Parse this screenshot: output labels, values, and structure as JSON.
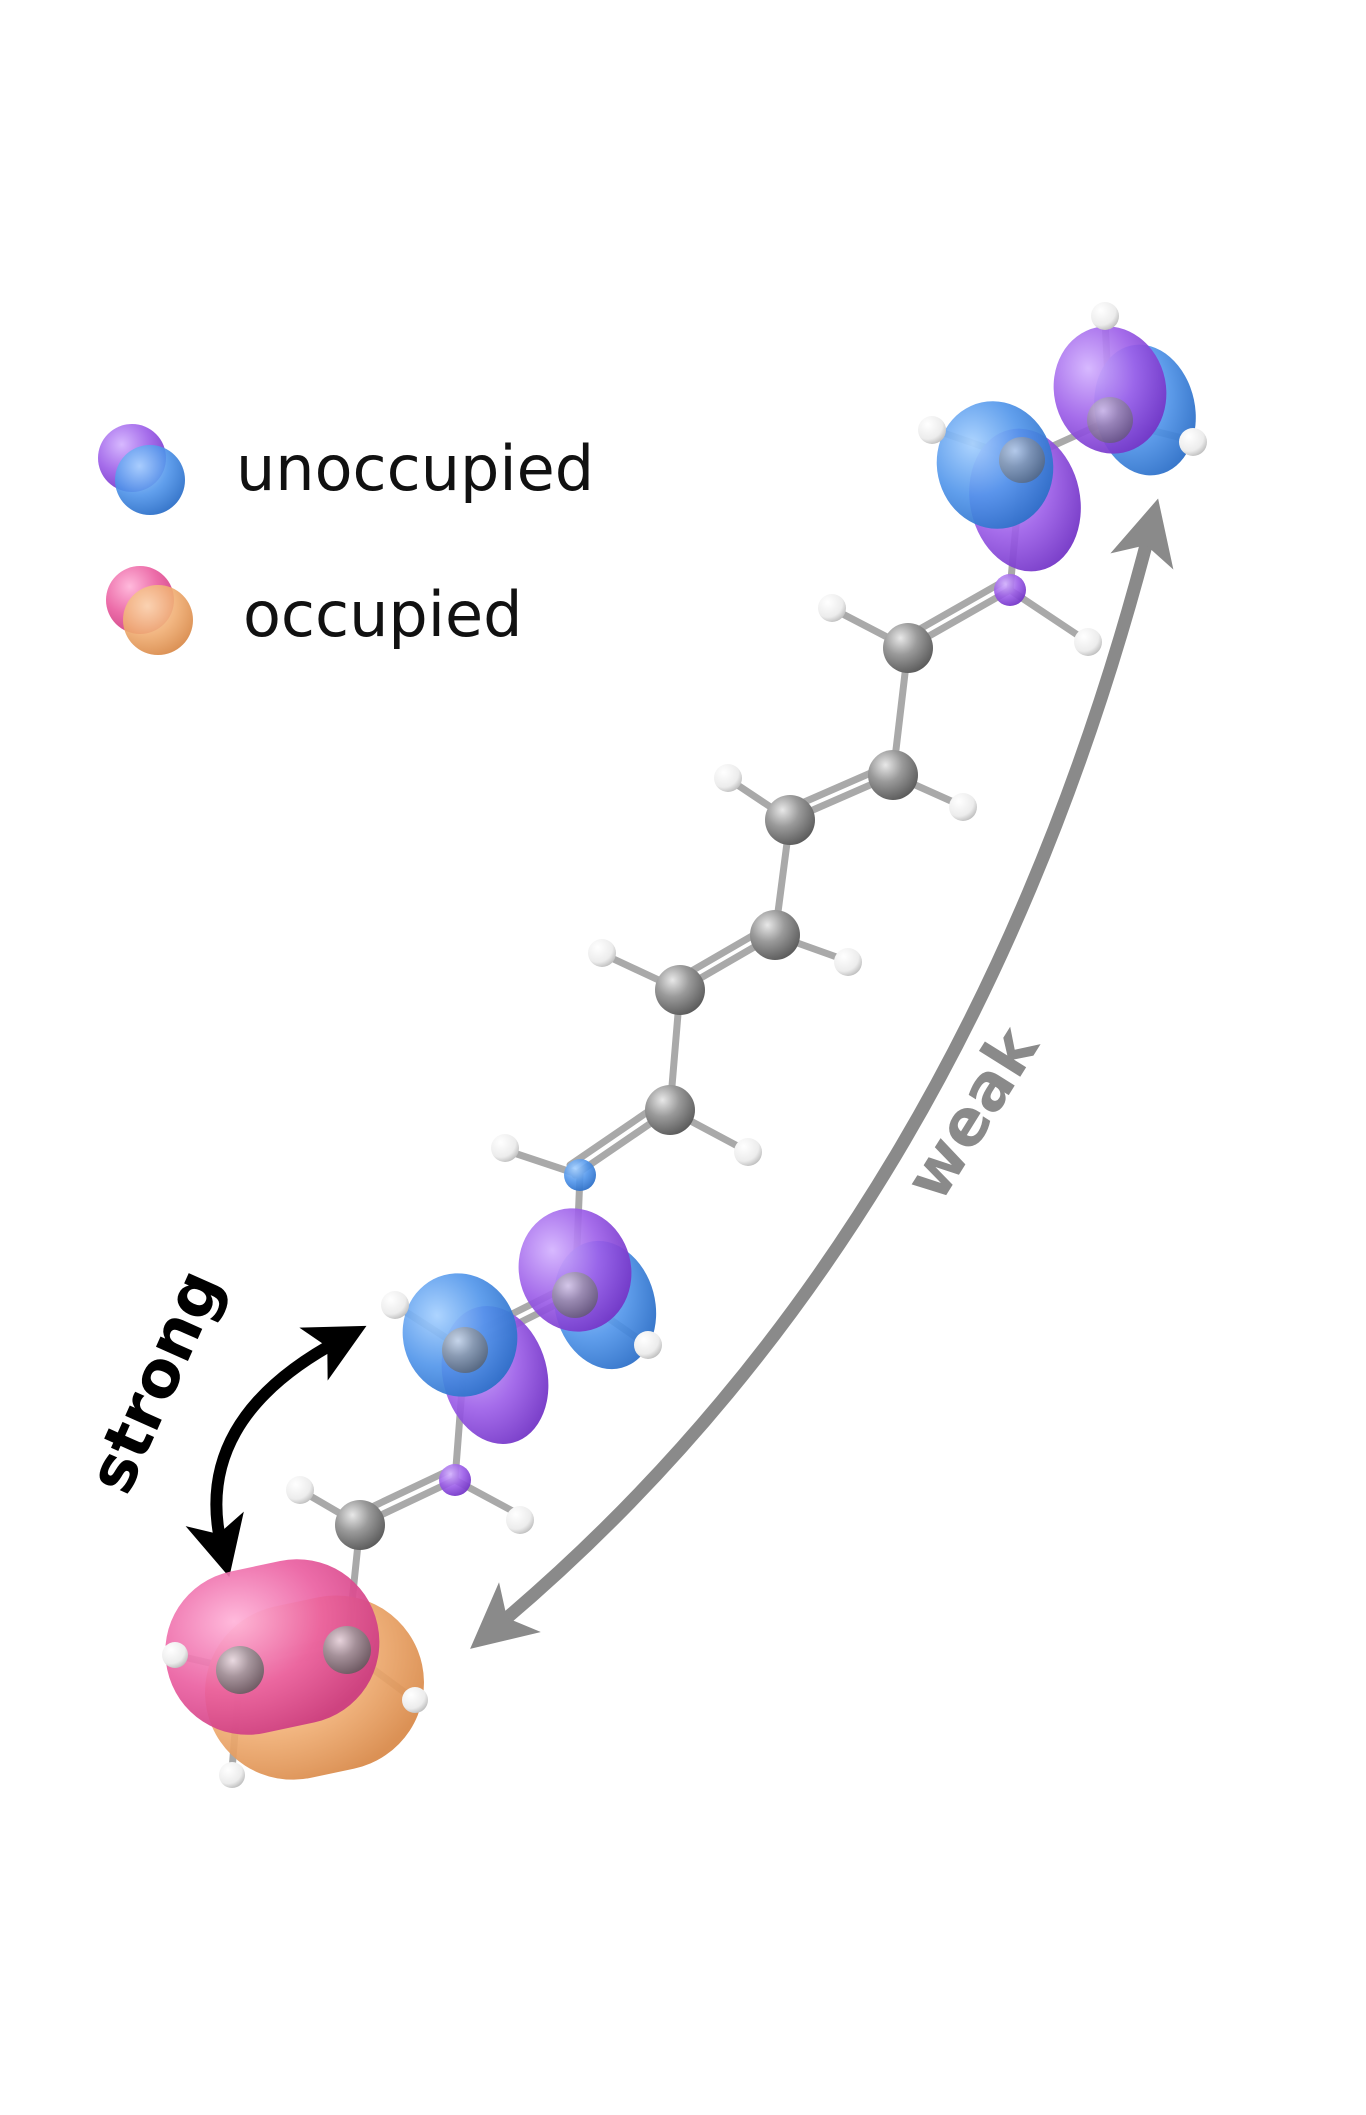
{
  "legend": {
    "unoccupied_label": "unoccupied",
    "occupied_label": "occupied"
  },
  "labels": {
    "strong": "strong",
    "weak": "weak"
  },
  "colors": {
    "unoccupied_front": "#4f94ea",
    "unoccupied_back": "#9b5ce8",
    "occupied_front": "#ea5c9f",
    "occupied_back": "#f0ad72",
    "carbon": "#8c8c8c",
    "hydrogen": "#f4f4f4",
    "strong_arrow": "#000000",
    "weak_arrow": "#8a8a8a"
  },
  "icons": {
    "unoccupied": "overlapping-purple-blue-spheres-icon",
    "occupied": "overlapping-pink-orange-spheres-icon"
  }
}
